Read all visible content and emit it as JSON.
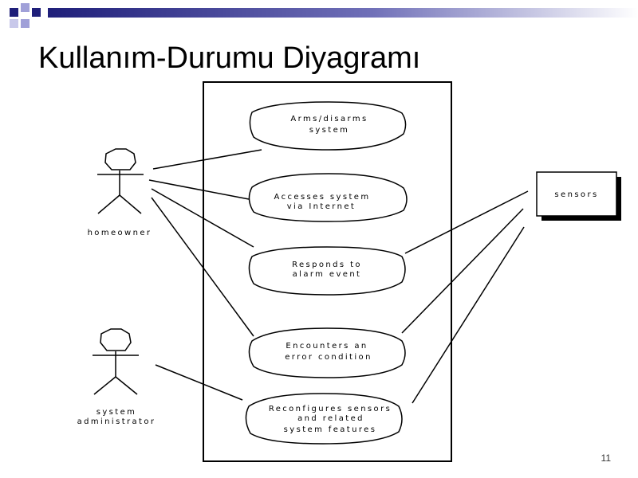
{
  "slide": {
    "title": "Kullanım-Durumu Diyagramı",
    "page_number": "11",
    "colors": {
      "header_bar_dark": "#1f1f7a",
      "header_bar_light": "#ffffff",
      "square_dark": "#1f1f7a",
      "square_light": "#a0a0d8"
    }
  },
  "actors": [
    {
      "id": "homeowner",
      "label": "homeowner"
    },
    {
      "id": "system_administrator",
      "label_lines": [
        "system",
        "administrator"
      ]
    }
  ],
  "use_cases": [
    {
      "id": "arms_disarms",
      "lines": [
        "Arms/disarms",
        "system"
      ]
    },
    {
      "id": "accesses_system",
      "lines": [
        "Accesses system",
        "via Internet"
      ]
    },
    {
      "id": "responds_alarm",
      "lines": [
        "Responds to",
        "alarm event"
      ]
    },
    {
      "id": "encounters_error",
      "lines": [
        "Encounters an",
        "error condition"
      ]
    },
    {
      "id": "reconfigures",
      "lines": [
        "Reconfigures sensors",
        "and related",
        "system features"
      ]
    }
  ],
  "external_system": {
    "id": "sensors",
    "label": "sensors"
  },
  "associations": [
    {
      "from": "homeowner",
      "to": "arms_disarms"
    },
    {
      "from": "homeowner",
      "to": "accesses_system"
    },
    {
      "from": "homeowner",
      "to": "responds_alarm"
    },
    {
      "from": "homeowner",
      "to": "encounters_error"
    },
    {
      "from": "system_administrator",
      "to": "reconfigures"
    },
    {
      "from": "sensors",
      "to": "responds_alarm"
    },
    {
      "from": "sensors",
      "to": "encounters_error"
    },
    {
      "from": "sensors",
      "to": "reconfigures"
    }
  ]
}
